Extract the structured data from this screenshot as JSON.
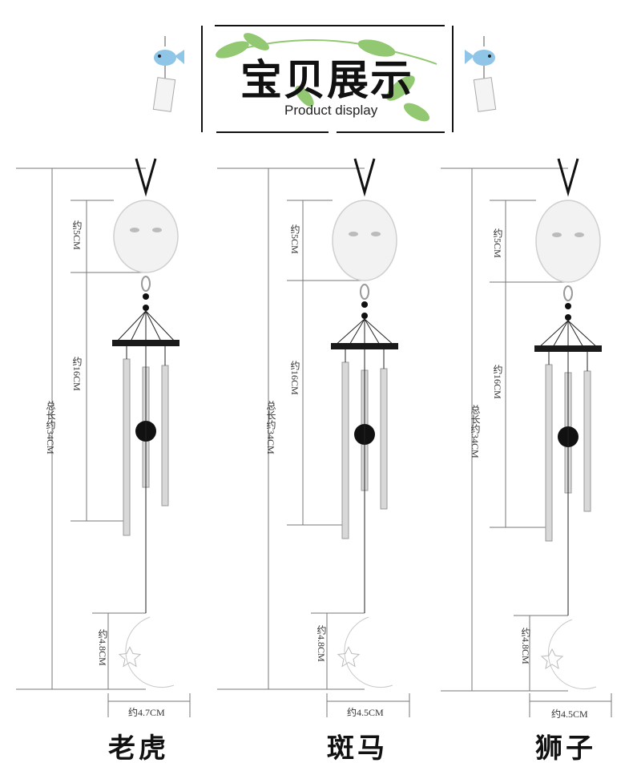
{
  "header": {
    "title": "宝贝展示",
    "subtitle": "Product display"
  },
  "products": [
    {
      "name": "老虎",
      "animal_icon": "tiger-head-icon",
      "dims": {
        "top": "约5CM",
        "tubes": "约16CM",
        "total": "总长约34CM",
        "pendant_h": "约4.8CM",
        "pendant_w": "约4.7CM"
      }
    },
    {
      "name": "斑马",
      "animal_icon": "zebra-head-icon",
      "dims": {
        "top": "约5CM",
        "tubes": "约16CM",
        "total": "总长约34CM",
        "pendant_h": "约4.8CM",
        "pendant_w": "约4.5CM"
      }
    },
    {
      "name": "狮子",
      "animal_icon": "lion-head-icon",
      "dims": {
        "top": "约5CM",
        "tubes": "约16CM",
        "total": "总长约34CM",
        "pendant_h": "约4.8CM",
        "pendant_w": "约4.5CM"
      }
    }
  ],
  "colors": {
    "cord": "#111111",
    "tube": "#d8d8d8",
    "bar": "#1a1a1a",
    "leaf": "#7fbf5a",
    "fish": "#8fc6e8"
  }
}
